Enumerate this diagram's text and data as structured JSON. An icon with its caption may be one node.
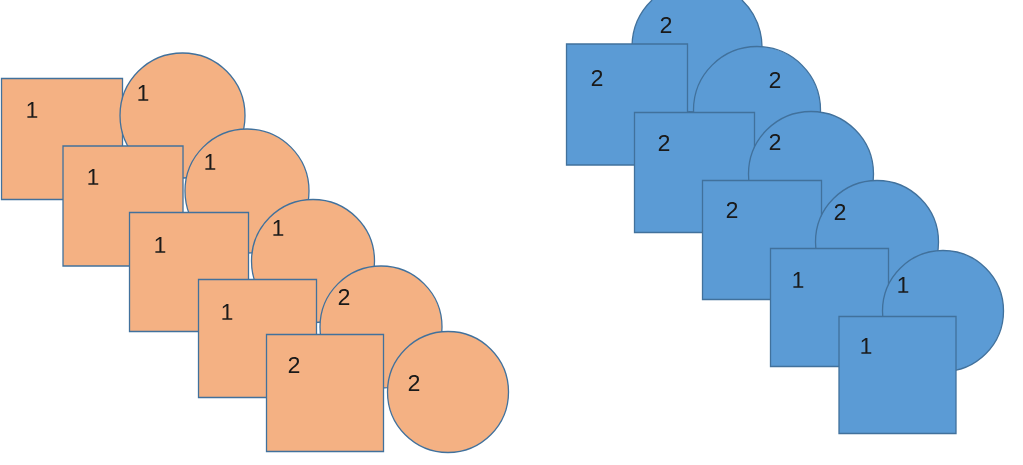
{
  "diagram": {
    "nodes": [
      {
        "text": [
          "1"
        ]
      },
      {
        "text": [
          "1"
        ]
      },
      {
        "text": [
          "1"
        ]
      },
      {
        "text": [
          "1"
        ]
      },
      {
        "text": [
          "1"
        ]
      },
      {
        "text": [
          "1"
        ]
      },
      {
        "text": [
          "1"
        ]
      },
      {
        "text": [
          "2"
        ]
      },
      {
        "text": [
          "2"
        ]
      },
      {
        "text": [
          "2"
        ]
      },
      {
        "text": [
          "2"
        ]
      },
      {
        "text": [
          "2"
        ]
      },
      {
        "text": [
          "2"
        ]
      },
      {
        "text": [
          "2"
        ]
      },
      {
        "text": [
          "2"
        ]
      },
      {
        "text": [
          "2"
        ]
      },
      {
        "text": [
          "2"
        ]
      },
      {
        "text": [
          "1"
        ]
      },
      {
        "text": [
          "1"
        ]
      },
      {
        "text": [
          "1"
        ]
      }
    ]
  }
}
